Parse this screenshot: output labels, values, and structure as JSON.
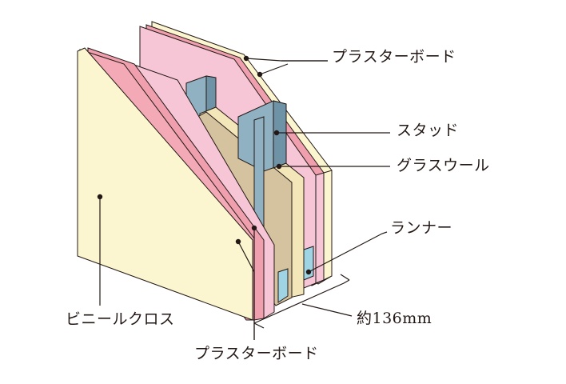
{
  "labels": {
    "plaster_board_right": "プラスターボード",
    "stud": "スタッド",
    "glass_wool": "グラスウール",
    "runner": "ランナー",
    "wall_thickness": "約136mm",
    "vinyl_cloth": "ビニールクロス",
    "plaster_board_left": "プラスターボード"
  },
  "colors": {
    "vinyl_cloth": "#fbf6cf",
    "plaster_board_face": "#f6c6d6",
    "plaster_board_cut": "#ef9fae",
    "glass_wool": "#d5c3a0",
    "glass_wool_edge": "#f3e6b8",
    "steel": "#8fb1c1",
    "steel_shade": "#6f93a6",
    "runner": "#9ed4e3",
    "line": "#231815"
  }
}
